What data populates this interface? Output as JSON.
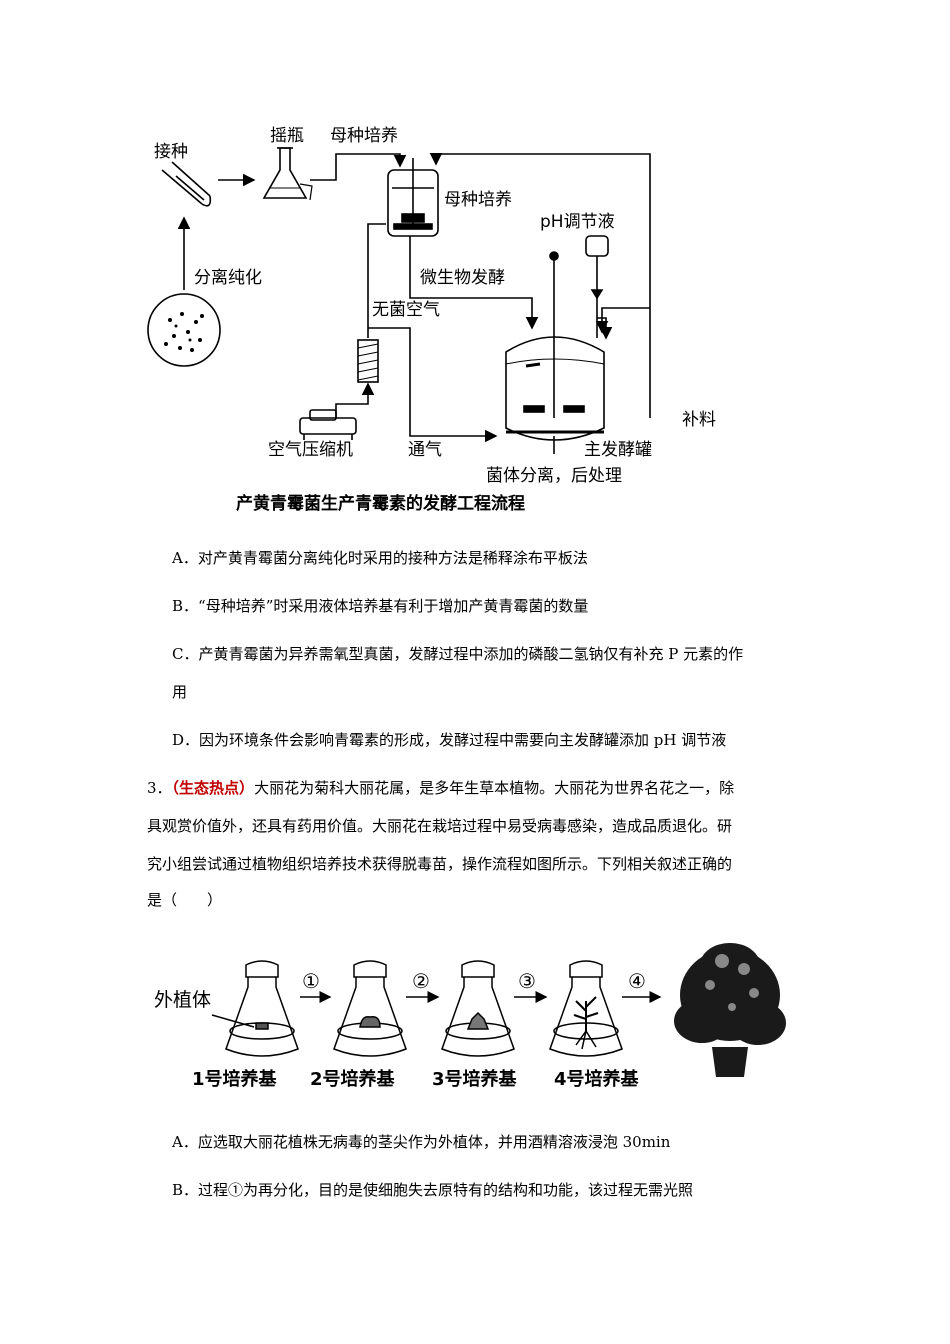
{
  "diagram1": {
    "labels": {
      "inoculation": "接种",
      "shake_flask": "摇瓶",
      "seed_culture_top": "母种培养",
      "seed_culture_side": "母种培养",
      "ph_regulator": "pH调节液",
      "isolation": "分离纯化",
      "microbial_fermentation": "微生物发酵",
      "sterile_air": "无菌空气",
      "supplement": "补料",
      "air_compressor": "空气压缩机",
      "aeration": "通气",
      "main_fermenter": "主发酵罐",
      "post_processing": "菌体分离，后处理"
    },
    "caption": "产黄青霉菌生产青霉素的发酵工程流程"
  },
  "question2_options": [
    "A．对产黄青霉菌分离纯化时采用的接种方法是稀释涂布平板法",
    "B．“母种培养”时采用液体培养基有利于增加产黄青霉菌的数量",
    "C．产黄青霉菌为异养需氧型真菌，发酵过程中添加的磷酸二氢钠仅有补充 P 元素的作",
    "用",
    "D．因为环境条件会影响青霉素的形成，发酵过程中需要向主发酵罐添加 pH 调节液"
  ],
  "question3": {
    "number": "3．",
    "tag": "（生态热点）",
    "line1_rest": "大丽花为菊科大丽花属，是多年生草本植物。大丽花为世界名花之一，除",
    "line2": "具观赏价值外，还具有药用价值。大丽花在栽培过程中易受病毒感染，造成品质退化。研",
    "line3": "究小组尝试通过植物组织培养技术获得脱毒苗，操作流程如图所示。下列相关叙述正确的",
    "line4": "是（　　）"
  },
  "diagram2": {
    "explant": "外植体",
    "steps": [
      "①",
      "②",
      "③",
      "④"
    ],
    "media": [
      "1号培养基",
      "2号培养基",
      "3号培养基",
      "4号培养基"
    ]
  },
  "question3_options": [
    "A．应选取大丽花植株无病毒的茎尖作为外植体，并用酒精溶液浸泡 30min",
    "B．过程①为再分化，目的是使细胞失去原特有的结构和功能，该过程无需光照"
  ]
}
